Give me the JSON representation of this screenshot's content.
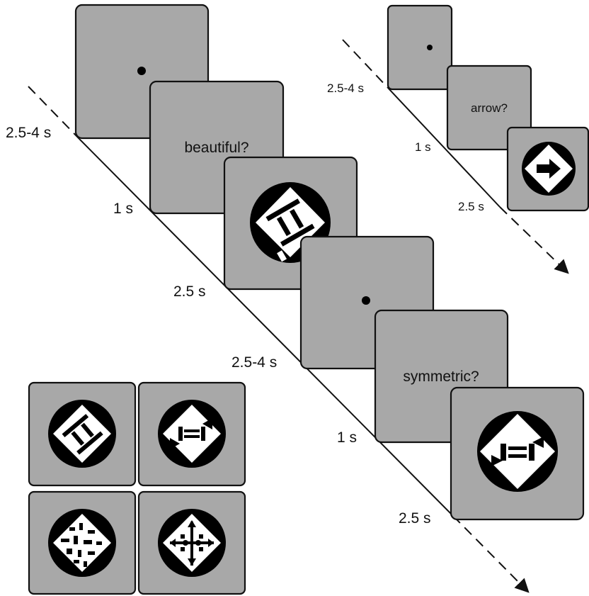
{
  "main_sequence": {
    "timing_fixation_1": "2.5-4 s",
    "prompt_1": "beautiful?",
    "timing_prompt_1": "1 s",
    "timing_stimulus_1": "2.5 s",
    "timing_fixation_2": "2.5-4 s",
    "prompt_2": "symmetric?",
    "timing_prompt_2": "1 s",
    "timing_stimulus_2": "2.5 s"
  },
  "control_sequence": {
    "timing_fixation": "2.5-4 s",
    "prompt": "arrow?",
    "timing_prompt": "1 s",
    "timing_stimulus": "2.5 s"
  },
  "colors": {
    "screen_gray": "#a8a8a8",
    "stimulus_black": "#000000",
    "stimulus_white": "#ffffff"
  },
  "icons": [
    "fixation-dot-icon",
    "arrow-right-icon",
    "stimulus-pattern-icon"
  ]
}
